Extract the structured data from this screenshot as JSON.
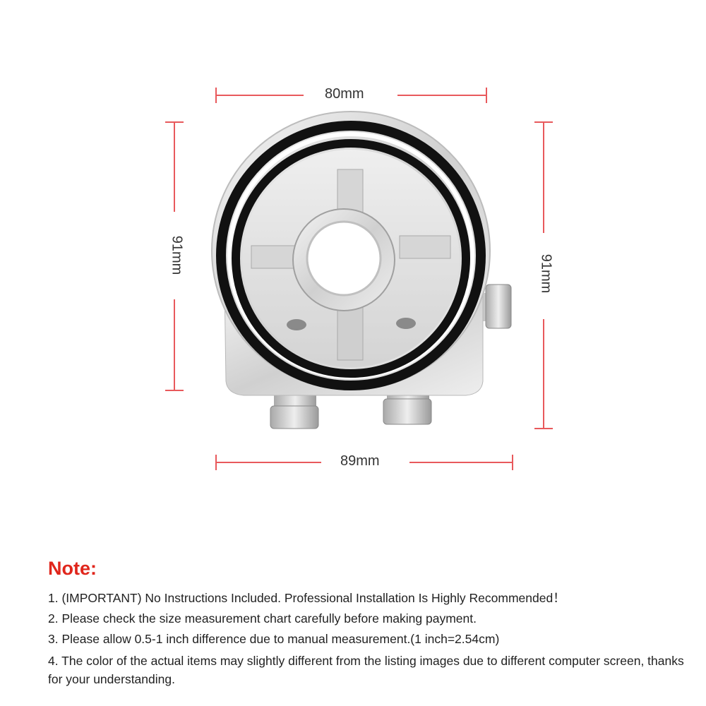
{
  "colors": {
    "dimension": "#e8595c",
    "note_title": "#e0261c",
    "text": "#222222",
    "metal": "#d8d8d8",
    "seal": "#111111"
  },
  "dimensions": {
    "top_width": "80mm",
    "left_height": "91mm",
    "right_height": "91mm",
    "bottom_width": "89mm"
  },
  "product": {
    "icon": "oil-filter-sandwich-adapter-image"
  },
  "note": {
    "title": "Note:",
    "items": [
      "1. (IMPORTANT) No Instructions Included. Professional Installation Is Highly Recommended！",
      "2. Please check the size measurement chart carefully before making payment.",
      "3. Please allow 0.5-1 inch difference due to manual measurement.(1 inch=2.54cm)",
      "4. The color of the actual items may slightly different from the listing images due to different computer screen, thanks for your understanding."
    ]
  }
}
